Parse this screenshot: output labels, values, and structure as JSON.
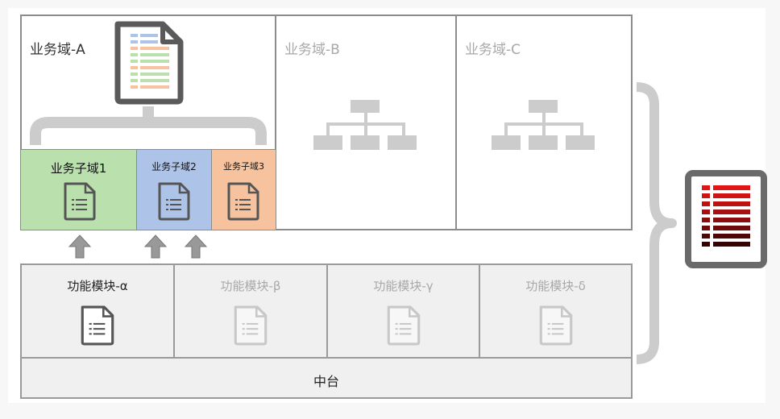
{
  "domains": [
    {
      "title": "业务域-A"
    },
    {
      "title": "业务域-B"
    },
    {
      "title": "业务域-C"
    }
  ],
  "sub_domains": [
    {
      "title": "业务子域1",
      "color": "#b9e0ad"
    },
    {
      "title": "业务子域2",
      "color": "#adc3e8"
    },
    {
      "title": "业务子域3",
      "color": "#f7c39e"
    }
  ],
  "modules": [
    {
      "title": "功能模块-α"
    },
    {
      "title": "功能模块-β"
    },
    {
      "title": "功能模块-γ"
    },
    {
      "title": "功能模块-ẟ"
    }
  ],
  "platform": {
    "title": "中台"
  },
  "icons": {
    "domain_a": "document-icon",
    "domain_bc": "org-chart-icon",
    "sub": "document-icon",
    "summary": "red-report-icon"
  }
}
